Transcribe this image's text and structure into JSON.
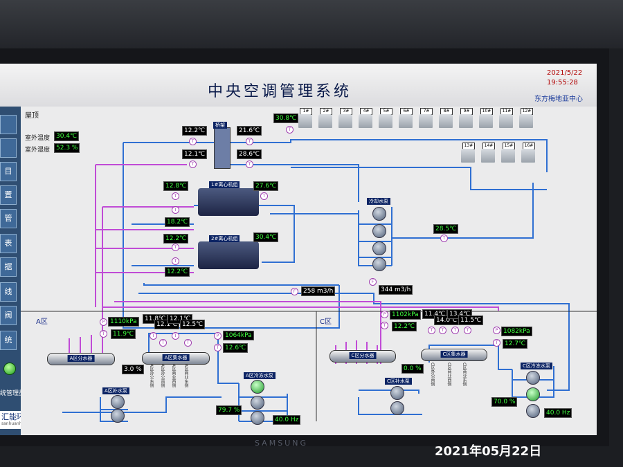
{
  "header": {
    "title": "中央空调管理系统",
    "date": "2021/5/22",
    "time": "19:55:28",
    "org": "东方梅地亚中心"
  },
  "sidebar": {
    "items": [
      "目",
      "置",
      "管",
      "表",
      "据",
      "线",
      "阀",
      "统"
    ],
    "footer_label": "统管理员",
    "logo_name": "汇能环",
    "logo_url": "sanhuanh.com"
  },
  "roof": {
    "section_label": "屋顶",
    "outdoor_temp_label": "室外温度",
    "outdoor_temp": "30.4℃",
    "outdoor_humidity_label": "室外湿度",
    "outdoor_humidity": "52.3 %"
  },
  "manifold": {
    "label": "桥架",
    "l1": "12.2℃",
    "l2": "12.1℃",
    "r1": "21.6℃",
    "r2": "28.6℃"
  },
  "tower_temp": "30.8℃",
  "cooling_towers_row1": [
    "1#",
    "2#",
    "3#",
    "4#",
    "5#",
    "6#",
    "7#",
    "8#",
    "9#",
    "10#",
    "11#",
    "12#"
  ],
  "cooling_towers_row2": [
    "13#",
    "14#",
    "15#",
    "16#"
  ],
  "chiller1": {
    "label": "1#离心机组",
    "in_temp": "12.8℃",
    "out_temp": "18.2℃",
    "cond_temp": "27.6℃"
  },
  "chiller2": {
    "label": "2#离心机组",
    "in_temp": "12.2℃",
    "out_temp": "12.2℃",
    "cond_temp": "30.4℃"
  },
  "cooling_pump": {
    "label": "冷却水泵",
    "return_temp": "28.5℃"
  },
  "flow": {
    "f1": "258 m3/h",
    "f2": "344 m3/h"
  },
  "zone_a": {
    "label": "A区",
    "pressure": "1110kPa",
    "temp": "11.9℃",
    "dist_label": "A区分水器",
    "collect_label": "A区集水器",
    "valve_pct": "3.0 %",
    "branch_temps": [
      "11.8℃",
      "12.1℃",
      "12.1℃",
      "12.5℃"
    ],
    "pressure2": "1064kPa",
    "temp2": "12.6℃",
    "makeup_pump": "A区补水泵",
    "chw_pump": "A区冷冻水泵",
    "pump_pct": "79.7 %",
    "hz": "40.0 Hz",
    "branch_names": [
      "A区办公东侧",
      "A区办公南侧",
      "A区商业西侧",
      "A区商业东侧"
    ]
  },
  "zone_c": {
    "label": "C区",
    "pressure": "1102kPa",
    "temp": "12.2℃",
    "dist_label": "C区分水器",
    "collect_label": "C区集水器",
    "valve_pct": "0.0 %",
    "branch_temps": [
      "11.4℃",
      "14.0℃",
      "13.4℃",
      "11.5℃"
    ],
    "pressure2": "1082kPa",
    "temp2": "12.7℃",
    "makeup_pump": "C区补水泵",
    "chw_pump": "C区冷冻水泵",
    "pump_pct": "70.0 %",
    "hz": "40.0 Hz",
    "branch_names": [
      "C区办公南侧",
      "C区商业西侧",
      "C区商业东侧"
    ]
  },
  "monitor_brand": "SAMSUNG",
  "photo_caption": "2021年05月22日",
  "colors": {
    "chilled": "#c04bd6",
    "cooling": "#2f6fd2",
    "panel": "#2f4e72"
  }
}
